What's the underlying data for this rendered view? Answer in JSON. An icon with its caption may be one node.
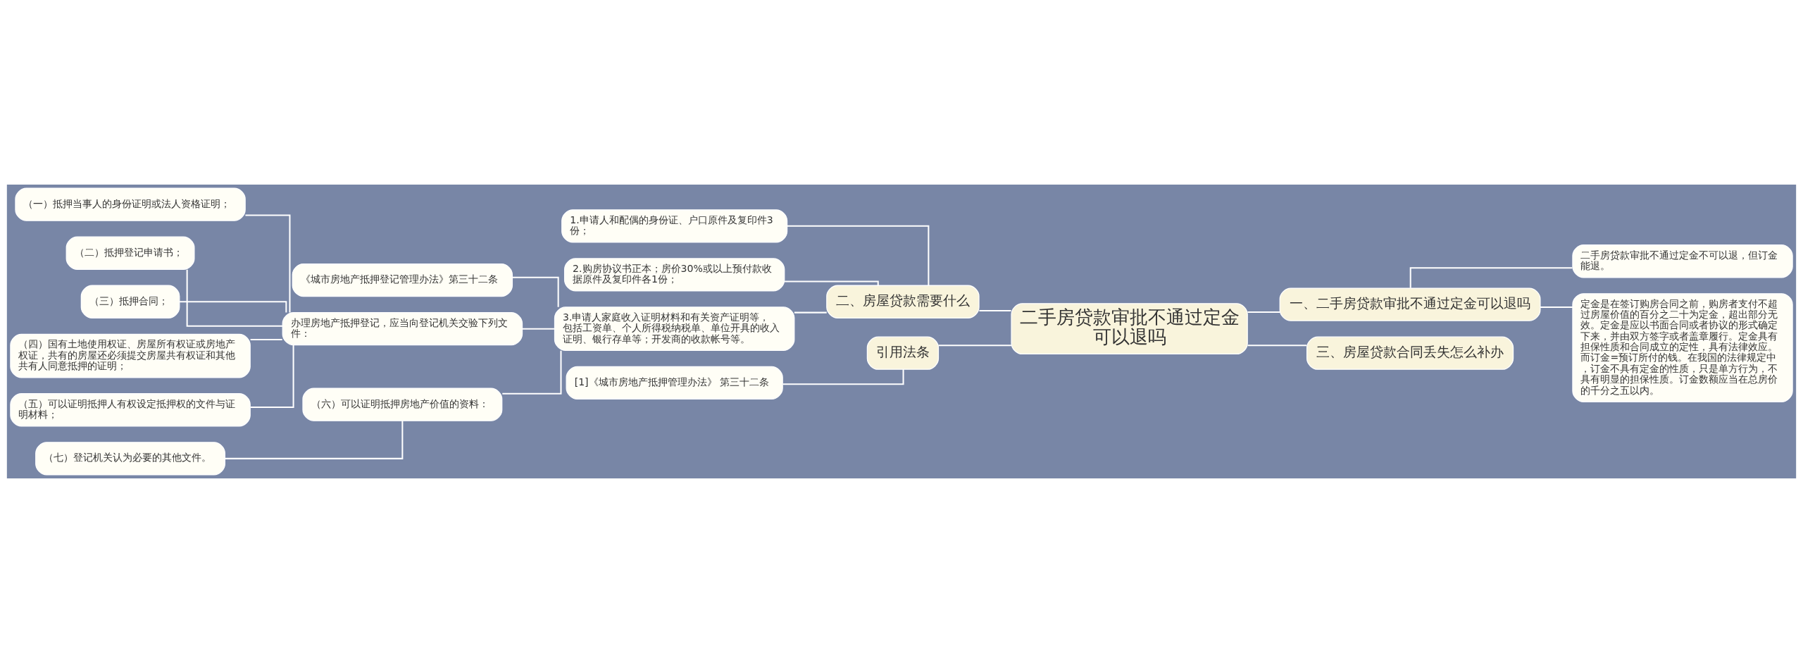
{
  "diagram": {
    "nodes": [
      {
        "text": [
          "二手房贷款审批不通过定金可以退吗"
        ]
      },
      {
        "text": [
          "一、二手房贷款审批不通过定金可以退吗"
        ]
      },
      {
        "text": [
          "二手房贷款审批不通过定金不可以退，但订金能退。"
        ]
      },
      {
        "text": [
          "定金是在签订购房合同之前，购房者支付不超过房屋价值的百分之二十为定金，超出部分无效。定金是应以书面合同或者协议的形式确定下来，并由双方签字或者盖章履行。定金具有担保性质和合同成立的定性，具有法律效应。而订金=预订所付的钱。在我国的法律规定中，订金不具有定金的性质，只是单方行为，不具有明显的担保性质。订金数额应当在总房价的千分之五以内。"
        ]
      },
      {
        "text": [
          "三、房屋贷款合同丢失怎么补办"
        ]
      },
      {
        "text": [
          "二、房屋贷款需要什么"
        ]
      },
      {
        "text": [
          "1.申请人和配偶的身份证、户口原件及复印件3份；"
        ]
      },
      {
        "text": [
          "2.购房协议书正本；房价30%或以上预付款收据原件及复印件各1份；"
        ]
      },
      {
        "text": [
          "3.申请人家庭收入证明材料和有关资产证明等，包括工资单、个人所得税纳税单、单位开具的收入证明、银行存单等；开发商的收款帐号等。"
        ]
      },
      {
        "text": [
          "《城市房地产抵押登记管理办法》第三十二条"
        ]
      },
      {
        "text": [
          "办理房地产抵押登记，应当向登记机关交验下列文件："
        ]
      },
      {
        "text": [
          "（一）抵押当事人的身份证明或法人资格证明；"
        ]
      },
      {
        "text": [
          "（二）抵押登记申请书；"
        ]
      },
      {
        "text": [
          "（三）抵押合同；"
        ]
      },
      {
        "text": [
          "（四）国有土地使用权证、房屋所有权证或房地产权证，共有的房屋还必须提交房屋共有权证和其他共有人同意抵押的证明；"
        ]
      },
      {
        "text": [
          "（五）可以证明抵押人有权设定抵押权的文件与证明材料；"
        ]
      },
      {
        "text": [
          "（六）可以证明抵押房地产价值的资料："
        ]
      },
      {
        "text": [
          "（七）登记机关认为必要的其他文件。"
        ]
      },
      {
        "text": [
          "引用法条"
        ]
      },
      {
        "text": [
          "[1]《城市房地产抵押管理办法》 第三十二条"
        ]
      }
    ],
    "edges": [
      {
        "from": 0,
        "to": 1,
        "arrow": "none"
      },
      {
        "from": 1,
        "to": 2,
        "arrow": "none"
      },
      {
        "from": 1,
        "to": 3,
        "arrow": "none"
      },
      {
        "from": 0,
        "to": 4,
        "arrow": "none"
      },
      {
        "from": 0,
        "to": 5,
        "arrow": "none"
      },
      {
        "from": 5,
        "to": 6,
        "arrow": "none"
      },
      {
        "from": 5,
        "to": 7,
        "arrow": "none"
      },
      {
        "from": 5,
        "to": 8,
        "arrow": "none"
      },
      {
        "from": 8,
        "to": 9,
        "arrow": "none"
      },
      {
        "from": 8,
        "to": 10,
        "arrow": "none"
      },
      {
        "from": 8,
        "to": 16,
        "arrow": "none"
      },
      {
        "from": 10,
        "to": 11,
        "arrow": "none"
      },
      {
        "from": 10,
        "to": 12,
        "arrow": "none"
      },
      {
        "from": 10,
        "to": 13,
        "arrow": "none"
      },
      {
        "from": 10,
        "to": 14,
        "arrow": "none"
      },
      {
        "from": 10,
        "to": 15,
        "arrow": "none"
      },
      {
        "from": 16,
        "to": 17,
        "arrow": "none"
      },
      {
        "from": 0,
        "to": 18,
        "arrow": "none"
      },
      {
        "from": 18,
        "to": 19,
        "arrow": "none"
      }
    ]
  }
}
